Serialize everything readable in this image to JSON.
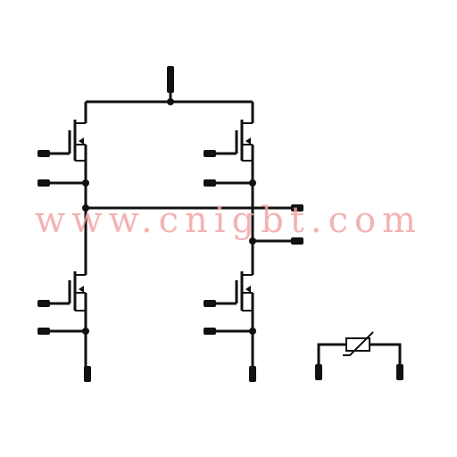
{
  "watermark": {
    "text": "www.cnigbt.com",
    "color": "#f2a6a6"
  },
  "colors": {
    "line": "#111111",
    "background": "#ffffff"
  },
  "components": {
    "igbt_count": 4,
    "module_type": "half-bridge-pair",
    "extra": "thermistor"
  }
}
